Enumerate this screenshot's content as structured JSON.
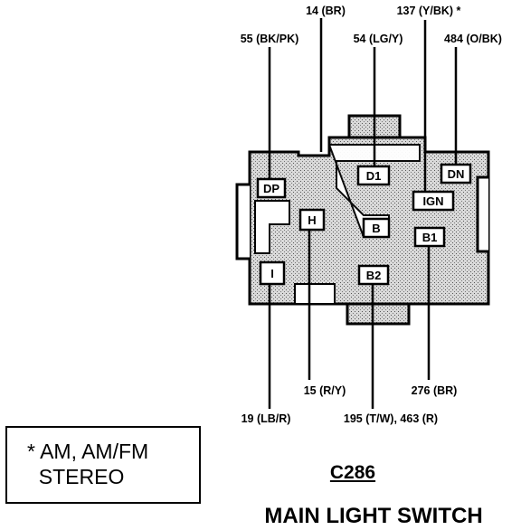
{
  "wires_top": {
    "w14": "14 (BR)",
    "w137": "137 (Y/BK) *",
    "w55": "55 (BK/PK)",
    "w54": "54 (LG/Y)",
    "w484": "484 (O/BK)"
  },
  "wires_bottom": {
    "w15": "15 (R/Y)",
    "w276": "276 (BR)",
    "w19": "19 (LB/R)",
    "w195": "195 (T/W), 463 (R)"
  },
  "pins": {
    "dp": "DP",
    "d1": "D1",
    "dn": "DN",
    "ign": "IGN",
    "h": "H",
    "b": "B",
    "b1": "B1",
    "i": "I",
    "b2": "B2"
  },
  "note": {
    "text": "* AM, AM/FM\n  STEREO"
  },
  "connector": {
    "id": "C286",
    "name": "MAIN LIGHT SWITCH"
  },
  "colors": {
    "ink": "#000000",
    "shade": "#bdbdbd",
    "background": "#ffffff"
  }
}
